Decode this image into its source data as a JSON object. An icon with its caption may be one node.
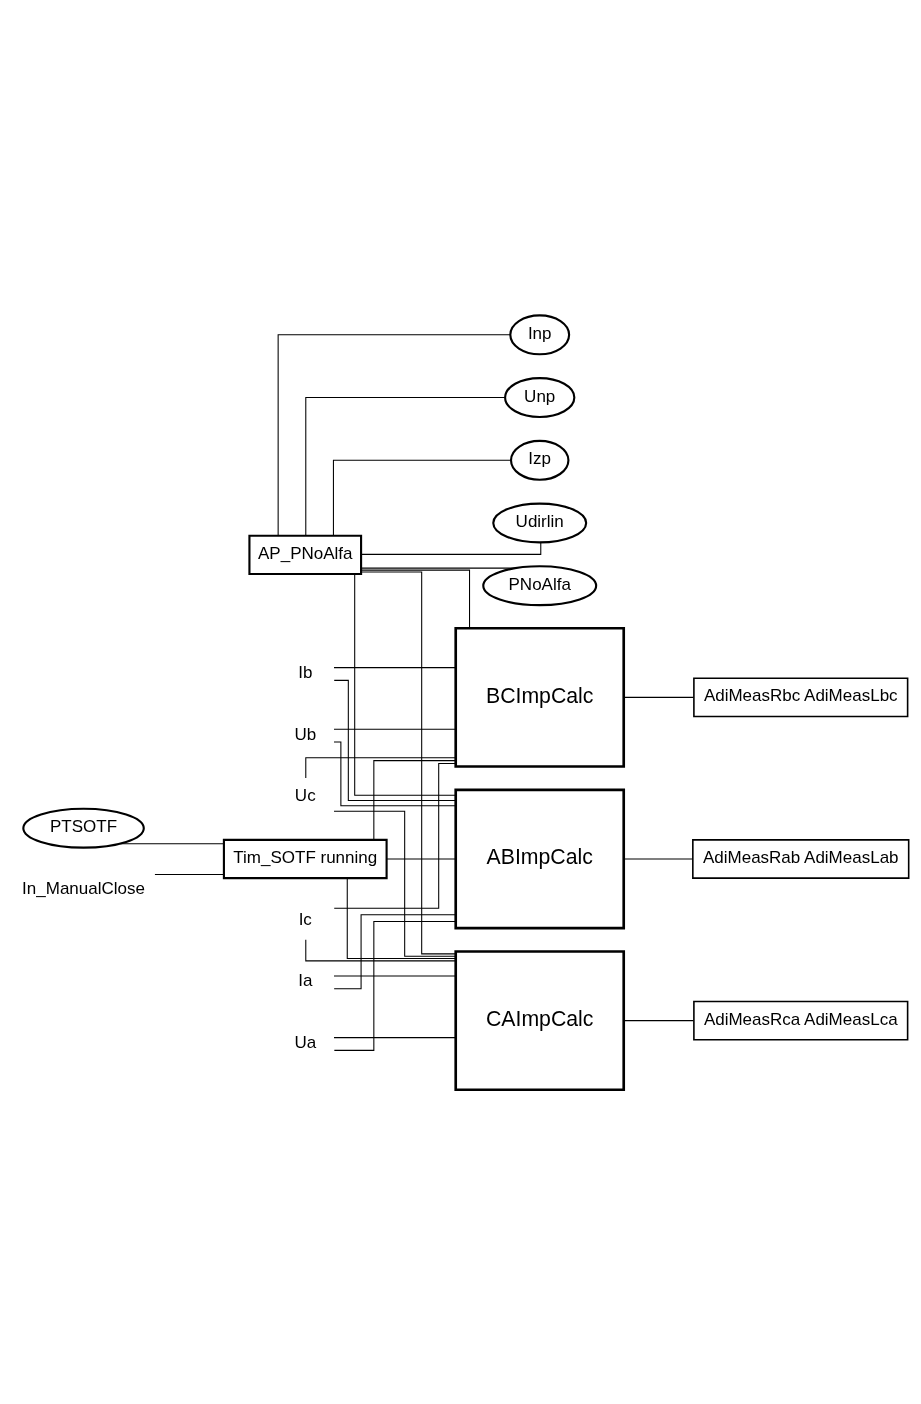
{
  "diagram": {
    "nodes": [
      {
        "text": [
          "PTSOTF"
        ]
      },
      {
        "text": [
          "Tim_SOTF running"
        ]
      },
      {
        "text": [
          "In_ManualClose"
        ]
      },
      {
        "text": [
          "AP_PNoAlfa"
        ]
      },
      {
        "text": [
          "PNoAlfa"
        ]
      },
      {
        "text": [
          "Inp"
        ]
      },
      {
        "text": [
          "Unp"
        ]
      },
      {
        "text": [
          "Izp"
        ]
      },
      {
        "text": [
          "Udirlin"
        ]
      },
      {
        "text": [
          "ABImpCalc"
        ]
      },
      {
        "text": [
          "AdiMeasRab AdiMeasLab"
        ]
      },
      {
        "text": [
          "BCImpCalc"
        ]
      },
      {
        "text": [
          "AdiMeasRbc AdiMeasLbc"
        ]
      },
      {
        "text": [
          "CAImpCalc"
        ]
      },
      {
        "text": [
          "AdiMeasRca AdiMeasLca"
        ]
      },
      {
        "text": [
          "Ia"
        ]
      },
      {
        "text": [
          "Ua"
        ]
      },
      {
        "text": [
          "Ib"
        ]
      },
      {
        "text": [
          "Ub"
        ]
      },
      {
        "text": [
          "Ic"
        ]
      },
      {
        "text": [
          "Uc"
        ]
      }
    ],
    "edges": [
      {
        "from": 0,
        "to": 1,
        "arrow": "none"
      },
      {
        "from": 2,
        "to": 1,
        "arrow": "none"
      },
      {
        "from": 1,
        "to": 9,
        "arrow": "none"
      },
      {
        "from": 1,
        "to": 11,
        "arrow": "none"
      },
      {
        "from": 1,
        "to": 13,
        "arrow": "none"
      },
      {
        "from": 3,
        "to": 4,
        "arrow": "none"
      },
      {
        "from": 3,
        "to": 5,
        "arrow": "none"
      },
      {
        "from": 3,
        "to": 6,
        "arrow": "none"
      },
      {
        "from": 3,
        "to": 7,
        "arrow": "none"
      },
      {
        "from": 3,
        "to": 8,
        "arrow": "none"
      },
      {
        "from": 3,
        "to": 9,
        "arrow": "none"
      },
      {
        "from": 3,
        "to": 11,
        "arrow": "none"
      },
      {
        "from": 3,
        "to": 13,
        "arrow": "none"
      },
      {
        "from": 15,
        "to": 9,
        "arrow": "none"
      },
      {
        "from": 16,
        "to": 9,
        "arrow": "none"
      },
      {
        "from": 17,
        "to": 9,
        "arrow": "none"
      },
      {
        "from": 18,
        "to": 9,
        "arrow": "none"
      },
      {
        "from": 17,
        "to": 11,
        "arrow": "none"
      },
      {
        "from": 18,
        "to": 11,
        "arrow": "none"
      },
      {
        "from": 19,
        "to": 11,
        "arrow": "none"
      },
      {
        "from": 20,
        "to": 11,
        "arrow": "none"
      },
      {
        "from": 19,
        "to": 13,
        "arrow": "none"
      },
      {
        "from": 20,
        "to": 13,
        "arrow": "none"
      },
      {
        "from": 15,
        "to": 13,
        "arrow": "none"
      },
      {
        "from": 16,
        "to": 13,
        "arrow": "none"
      },
      {
        "from": 9,
        "to": 10,
        "arrow": "none"
      },
      {
        "from": 11,
        "to": 12,
        "arrow": "none"
      },
      {
        "from": 13,
        "to": 14,
        "arrow": "none"
      }
    ]
  }
}
